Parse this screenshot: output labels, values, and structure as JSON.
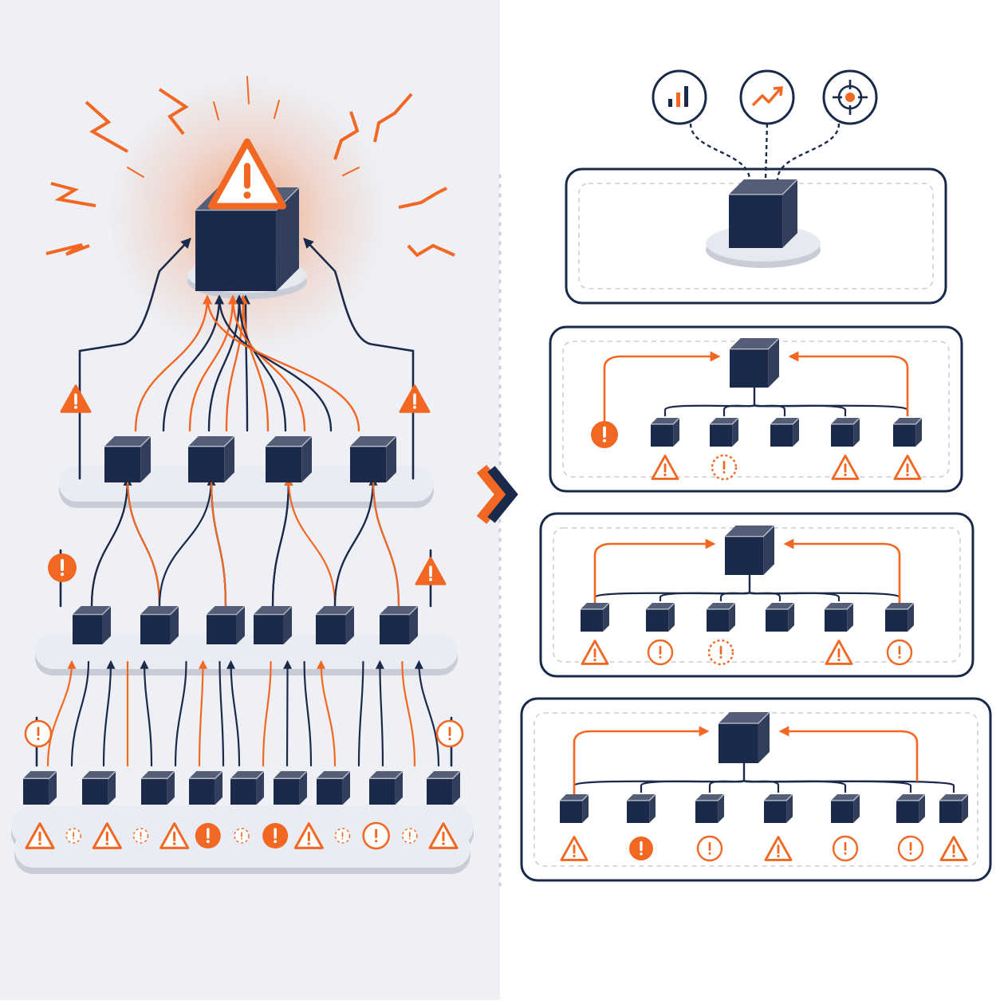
{
  "colors": {
    "navy": "#1b2a4a",
    "orange": "#f26722",
    "left_bg": "#eef0f5",
    "right_bg": "#ffffff",
    "panel_border": "#1b2a4a",
    "dashed": "#c9ced9",
    "platform": "#e6e9f0"
  },
  "icons": {
    "warning": "warning-triangle-icon",
    "alert": "alert-circle-icon",
    "bar_chart": "bar-chart-icon",
    "trend": "trend-up-icon",
    "target": "target-icon",
    "cube": "cube-node-icon",
    "chevron": "chevron-right-icon"
  },
  "left_diagram": {
    "levels": [
      {
        "name": "root",
        "nodes": 1
      },
      {
        "name": "level-1",
        "nodes": 4,
        "side_alerts": [
          "warning",
          "warning"
        ]
      },
      {
        "name": "level-2",
        "nodes": 6,
        "side_alerts": [
          "alert",
          "warning"
        ]
      },
      {
        "name": "level-3",
        "nodes": 9,
        "side_alerts": [
          "alert-outline",
          "alert-outline"
        ]
      }
    ],
    "bottom_alerts": [
      "warning",
      "alert-dotted",
      "warning",
      "alert-dotted",
      "warning",
      "alert",
      "alert-dotted",
      "alert",
      "warning",
      "alert-dotted",
      "alert-outline",
      "alert-dotted",
      "warning"
    ]
  },
  "right_panels": [
    {
      "name": "panel-root",
      "icons": [
        "bar-chart",
        "trend-up",
        "target"
      ]
    },
    {
      "name": "panel-1",
      "side_alert": "alert",
      "children": 5,
      "alerts": [
        "warning",
        "alert-dotted",
        "warning",
        "warning"
      ]
    },
    {
      "name": "panel-2",
      "children": 6,
      "alerts": [
        "warning",
        "alert-outline",
        "alert-dotted",
        "warning",
        "alert-outline"
      ]
    },
    {
      "name": "panel-3",
      "children": 7,
      "alerts": [
        "warning",
        "alert",
        "alert-outline",
        "warning",
        "alert-outline",
        "alert-outline",
        "warning"
      ]
    }
  ]
}
